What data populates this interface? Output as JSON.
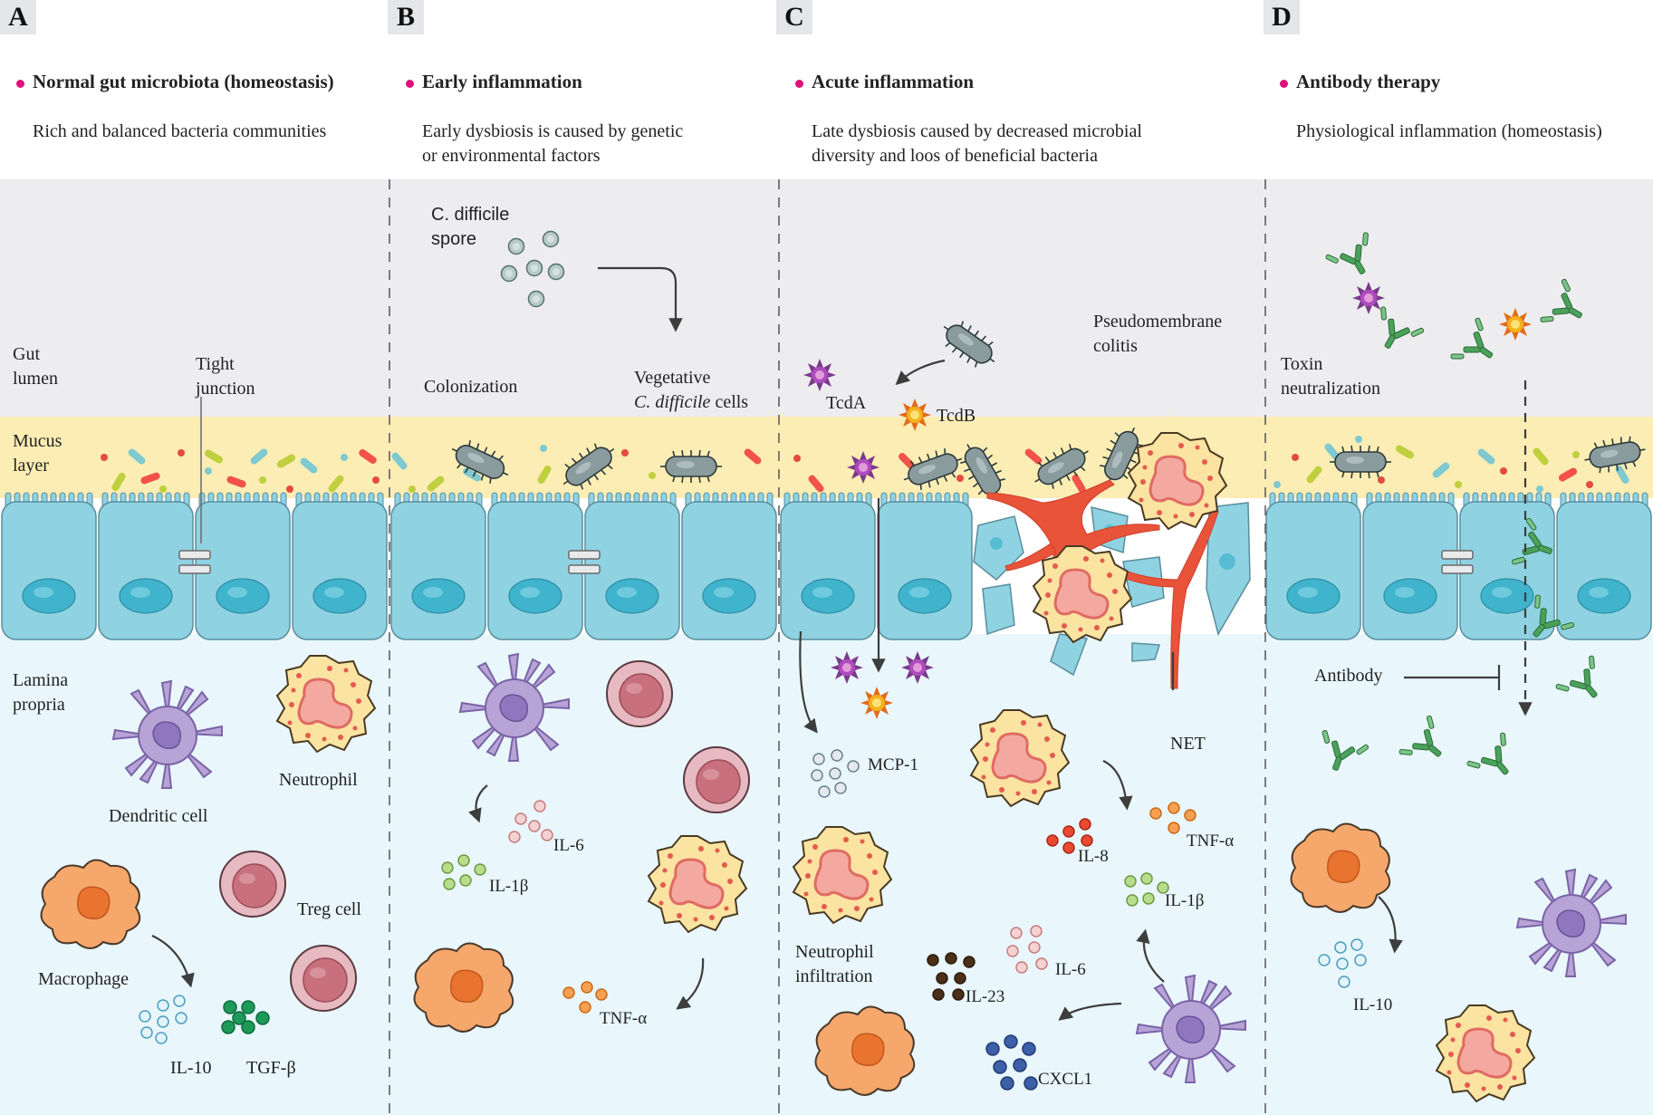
{
  "panels": [
    {
      "letter": "A",
      "heading": "Normal gut microbiota (homeostasis)",
      "description_lines": [
        "Rich and balanced bacteria communities"
      ]
    },
    {
      "letter": "B",
      "heading": "Early inflammation",
      "description_lines": [
        "Early dysbiosis is caused by genetic",
        "or environmental factors"
      ]
    },
    {
      "letter": "C",
      "heading": "Acute inflammation",
      "description_lines": [
        "Late dysbiosis caused by decreased microbial",
        "diversity and loos of beneficial bacteria"
      ]
    },
    {
      "letter": "D",
      "heading": "Antibody therapy",
      "description_lines": [
        "Physiological inflammation (homeostasis)"
      ]
    }
  ],
  "labels": {
    "gut_lumen": [
      "Gut",
      "lumen"
    ],
    "mucus_layer": [
      "Mucus",
      "layer"
    ],
    "lamina_propria": [
      "Lamina",
      "propria"
    ],
    "tight_junction": [
      "Tight",
      "junction"
    ],
    "dendritic_cell": "Dendritic cell",
    "neutrophil": "Neutrophil",
    "treg_cell": "Treg cell",
    "macrophage": "Macrophage",
    "il10_a": "IL-10",
    "tgfb": "TGF-β",
    "spore": [
      "C. difficile",
      "spore"
    ],
    "colonization": "Colonization",
    "vegetative": "Vegetative",
    "vegetative_italic": "C. difficile",
    "vegetative_suffix": " cells",
    "il6_b": "IL-6",
    "il1b_b": "IL-1β",
    "tnfa_b": "TNF-α",
    "tcda": "TcdA",
    "tcdb": "TcdB",
    "pseudomembrane": [
      "Pseudomembrane",
      "colitis"
    ],
    "net": "NET",
    "mcp1": "MCP-1",
    "il8": "IL-8",
    "tnfa_c": "TNF-α",
    "il1b_c": "IL-1β",
    "il6_c": "IL-6",
    "il23": "IL-23",
    "cxcl1": "CXCL1",
    "neutrophil_infiltration": [
      "Neutrophil",
      "infiltration"
    ],
    "toxin_neutralization": [
      "Toxin",
      "neutralization"
    ],
    "antibody": "Antibody",
    "il10_d": "IL-10"
  },
  "colors": {
    "lumen": "#ededf0",
    "mucus": "#fcedb4",
    "epithelium": "#8fd2e2",
    "nucleus": "#3fb4cc",
    "lamina": "#e9f7fc",
    "accent_dot": "#e0107a",
    "net": "#e8533a",
    "bacteria": "#8a9b9d",
    "antibody": "#3f9a4a",
    "dendritic": "#b7a3d6",
    "macrophage": "#f6a76c",
    "treg": "#c8707d",
    "neutrophil": "#fbe3a1"
  }
}
